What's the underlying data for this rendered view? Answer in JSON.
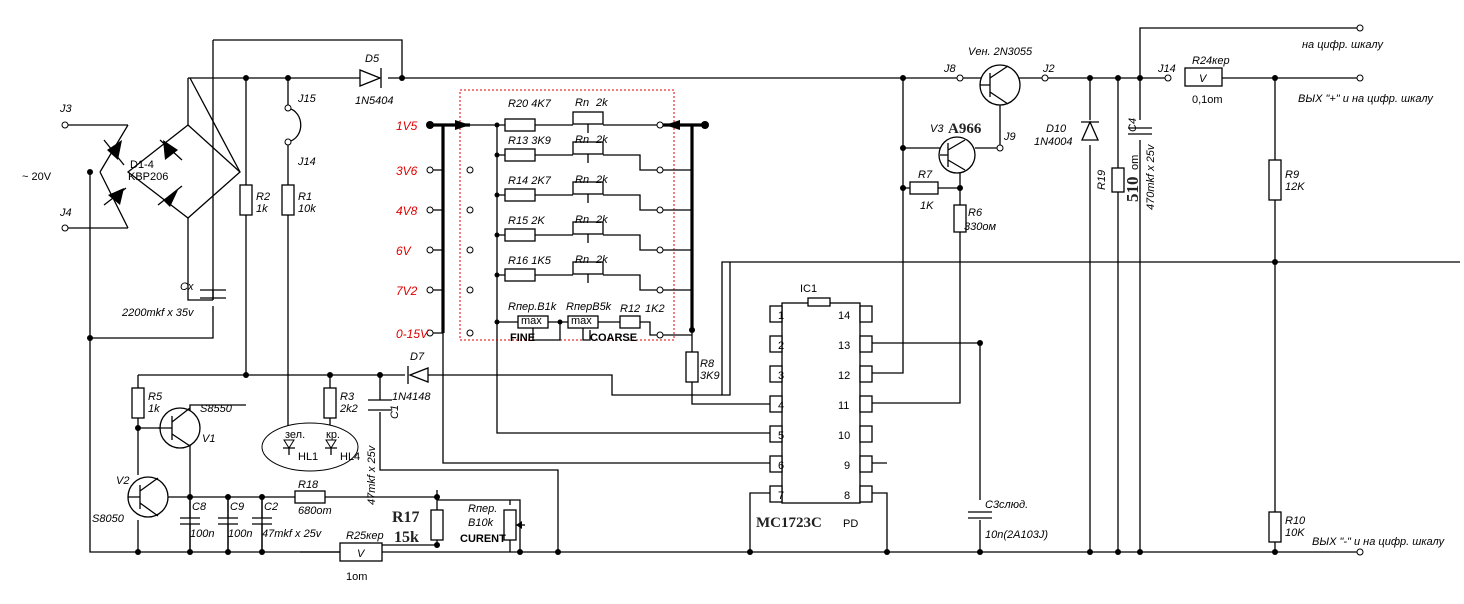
{
  "labels": {
    "j3": "J3",
    "j4": "J4",
    "ac_in": "~ 20V",
    "bridge_name": "D1-4",
    "bridge_type": "KBP206",
    "d5": "D5",
    "d5_type": "1N5404",
    "j15": "J15",
    "j14a": "J14",
    "r2": "R2",
    "r2_val": "1k",
    "r1": "R1",
    "r1_val": "10k",
    "cx": "Cx",
    "cx_val": "2200mkf x 35v",
    "r20": "R20 4K7",
    "r13": "R13 3K9",
    "r14": "R14 2K7",
    "r15": "R15 2K",
    "r16": "R16 1K5",
    "rn": "Rn",
    "rn_val": "2k",
    "rper1": "Rпер.B1k",
    "rper2": "RперB5k",
    "r12": "R12",
    "r12_val": "1K2",
    "fine": "FINE",
    "coarse": "COARSE",
    "max": "max",
    "v1v5": "1V5",
    "v3v6": "3V6",
    "v4v8": "4V8",
    "v6": "6V",
    "v7v2": "7V2",
    "v015": "0-15V",
    "r8": "R8",
    "r8_val": "3K9",
    "d7": "D7",
    "d7_type": "1N4148",
    "r5": "R5",
    "r5_val": "1k",
    "s8550": "S8550",
    "v1": "V1",
    "v2": "V2",
    "s8050": "S8050",
    "r3": "R3",
    "r3_val": "2k2",
    "c1": "C1",
    "c1_val": "47mkf x 25v",
    "hl1": "HL1",
    "hl4": "HL4",
    "hl1_col": "зел.",
    "hl4_col": "кр.",
    "c8": "C8",
    "c8_val": "100n",
    "c9": "C9",
    "c9_val": "100n",
    "c2": "C2",
    "c2_val": "47mkf x 25v",
    "r18": "R18",
    "r18_val": "680om",
    "r17": "R17",
    "r17_val": "15k",
    "rper3": "Rпер.",
    "rper3_val": "B10k",
    "curent": "CURENT",
    "r25": "R25кер",
    "r25_val": "1om",
    "vmark": "V",
    "ic1": "IC1",
    "ic_part": "MC1723C",
    "ic_suffix": "PD",
    "pins_left": [
      "1",
      "2",
      "3",
      "4",
      "5",
      "6",
      "7"
    ],
    "pins_right": [
      "14",
      "13",
      "12",
      "11",
      "10",
      "9",
      "8"
    ],
    "ven": "Vен. 2N3055",
    "j8": "J8",
    "j2": "J2",
    "j9": "J9",
    "v3": "V3",
    "a966": "A966",
    "r7": "R7",
    "r7_val": "1K",
    "r6": "R6",
    "r6_val": "330ом",
    "d10": "D10",
    "d10_type": "1N4004",
    "r19": "R19",
    "r19_val": "510",
    "r19_unit": "om",
    "c4": "C4",
    "c4_val": "470mkf x 25v",
    "j14b": "J14",
    "r24": "R24кер",
    "r24_val": "0,1om",
    "c3": "C3слюд.",
    "c3_val": "10n(2A103J)",
    "r9": "R9",
    "r9_val": "12K",
    "r10": "R10",
    "r10_val": "10K",
    "out_scale": "на цифр. шкалу",
    "out_plus": "ВЫХ \"+\" и на цифр. шкалу",
    "out_minus": "ВЫХ \"-\" и на цифр. шкалу"
  },
  "colors": {
    "wire": "#000000",
    "range_label": "#e00000",
    "switch_box": "#e00000"
  }
}
